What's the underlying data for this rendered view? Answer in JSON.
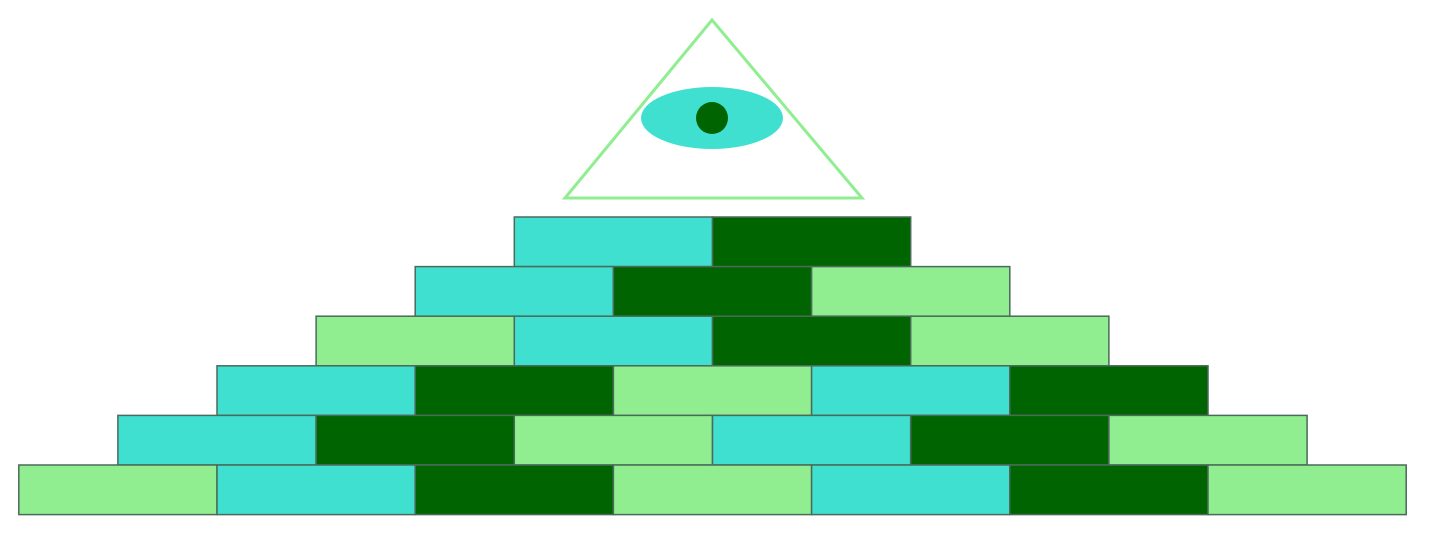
{
  "palette": {
    "turquoise": "#40E0D0",
    "dark_green": "#006400",
    "light_green": "#90EE90",
    "brick_outline": "#4a6a5a",
    "triangle_outline": "#90EE90",
    "eye_white": "#40E0D0",
    "pupil": "#006400",
    "background": "#ffffff"
  },
  "eye_symbol": {
    "shape": "triangle",
    "contains": "eye",
    "outline_color": "light_green"
  },
  "rows": [
    {
      "row": 1,
      "bricks": [
        "turquoise",
        "dark_green"
      ]
    },
    {
      "row": 2,
      "bricks": [
        "turquoise",
        "dark_green",
        "light_green"
      ]
    },
    {
      "row": 3,
      "bricks": [
        "light_green",
        "turquoise",
        "dark_green",
        "light_green"
      ]
    },
    {
      "row": 4,
      "bricks": [
        "turquoise",
        "dark_green",
        "light_green",
        "turquoise",
        "dark_green"
      ]
    },
    {
      "row": 5,
      "bricks": [
        "turquoise",
        "dark_green",
        "light_green",
        "turquoise",
        "dark_green",
        "light_green"
      ]
    },
    {
      "row": 6,
      "bricks": [
        "light_green",
        "turquoise",
        "dark_green",
        "light_green",
        "turquoise",
        "dark_green",
        "light_green"
      ]
    }
  ]
}
